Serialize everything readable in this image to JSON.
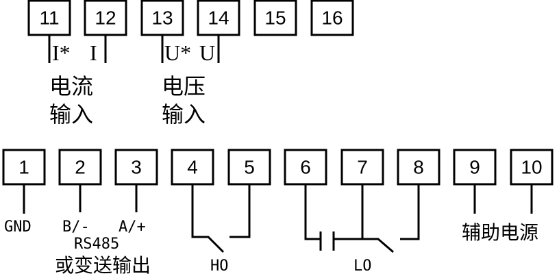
{
  "top_terminals": [
    "11",
    "12",
    "13",
    "14",
    "15",
    "16"
  ],
  "bottom_terminals": [
    "1",
    "2",
    "3",
    "4",
    "5",
    "6",
    "7",
    "8",
    "9",
    "10"
  ],
  "current_input": {
    "star_label": "I*",
    "plain_label": "I",
    "line1": "电流",
    "line2": "输入"
  },
  "voltage_input": {
    "star_label": "U*",
    "plain_label": "U",
    "line1": "电压",
    "line2": "输入"
  },
  "labels": {
    "gnd": "GND",
    "b_minus": "B/-",
    "a_plus": "A/+",
    "rs485": "RS485",
    "rs485_note": "或变送输出",
    "ho": "HO",
    "lo": "LO",
    "aux_power": "辅助电源"
  }
}
